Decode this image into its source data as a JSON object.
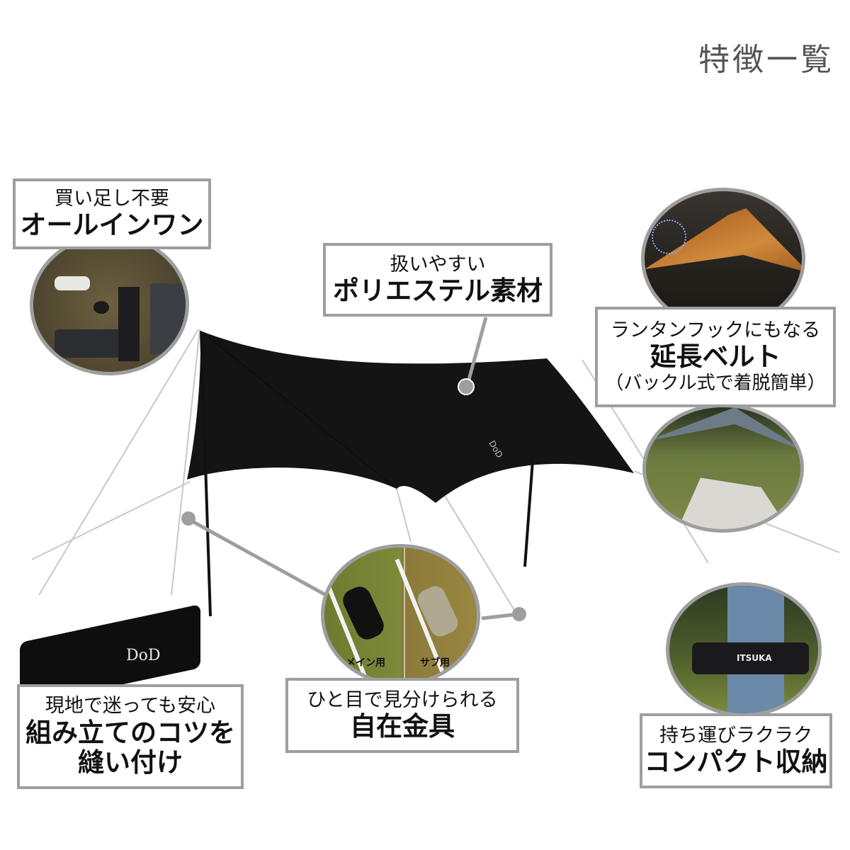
{
  "page": {
    "title": "特徴一覧"
  },
  "colors": {
    "box_border": "#9e9e9e",
    "pointer": "#9e9e9e",
    "tarp": "#141414",
    "title_text": "#555555"
  },
  "features": [
    {
      "id": "all-in-one",
      "subtitle": "買い足し不要",
      "headline": "オールインワン",
      "photo": "package-contents-photo"
    },
    {
      "id": "polyester",
      "subtitle": "扱いやすい",
      "headline": "ポリエステル素材"
    },
    {
      "id": "extension-belt",
      "subtitle": "ランタンフックにもなる",
      "headline": "延長ベルト",
      "note": "（バックル式で着脱簡単）",
      "photos": [
        "night-lantern-tarp-photo",
        "campsite-tarp-photo"
      ]
    },
    {
      "id": "stitched-tips",
      "subtitle": "現地で迷っても安心",
      "headline_line1": "組み立てのコツを",
      "headline_line2": "縫い付け",
      "photo": "carry-bag-product"
    },
    {
      "id": "tensioners",
      "subtitle": "ひと目で見分けられる",
      "headline": "自在金具",
      "photo": "tensioner-closeup-photo",
      "photo_labels": [
        "メイン用",
        "サブ用"
      ]
    },
    {
      "id": "compact",
      "subtitle": "持ち運びラクラク",
      "headline": "コンパクト収納",
      "photo": "carrying-bag-photo",
      "bag_text": "ITSUKA"
    }
  ],
  "product": {
    "bag_logo": "DoD",
    "tarp_logo": "DoD"
  }
}
